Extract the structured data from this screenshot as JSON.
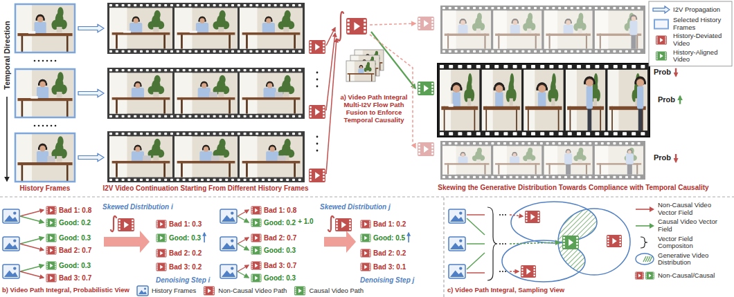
{
  "diagram": {
    "nodes": [
      {
        "text": [
          "Bad 1: 0.8"
        ]
      },
      {
        "text": [
          "Good: 0.2"
        ]
      },
      {
        "text": [
          "Good: 0.3"
        ]
      },
      {
        "text": [
          "Bad 2: 0.7"
        ]
      },
      {
        "text": [
          "Good: 0.3"
        ]
      },
      {
        "text": [
          "Bad 3: 0.7"
        ]
      },
      {
        "text": [
          "Bad 1: 0.3"
        ]
      },
      {
        "text": [
          "Good: 0.3"
        ]
      },
      {
        "text": [
          "Bad 2: 0.2"
        ]
      },
      {
        "text": [
          "Bad 3: 0.2"
        ]
      },
      {
        "text": [
          "Bad 1: 0.8"
        ]
      },
      {
        "text": [
          "Good: 0.2"
        ]
      },
      {
        "text": [
          "Bad 2: 0.7"
        ]
      },
      {
        "text": [
          "Good: 0.3"
        ]
      },
      {
        "text": [
          "Bad 3: 0.7"
        ]
      },
      {
        "text": [
          "Good: 0.3"
        ]
      },
      {
        "text": [
          "Bad 1: 0.2"
        ]
      },
      {
        "text": [
          "Good: 0.5"
        ]
      },
      {
        "text": [
          "Bad 2: 0.2"
        ]
      },
      {
        "text": [
          "Bad 3: 0.1"
        ]
      }
    ],
    "labels": [
      "Temporal Direction",
      "History Frames",
      "I2V Video Continuation Starting From Different History Frames",
      "a) Video Path Integral Multi-I2V Flow Path Fusion to Enforce Temporal Causality",
      "Prob",
      "Prob",
      "Prob",
      "Skewing the Generative Distribution Towards Compliance with Temporal Causality",
      "Skewed Distribution i",
      "Denoising Step i",
      "+ 1.0",
      "Skewed Distribution j",
      "Denoising Step j",
      "b) Video Path Integral, Probabilistic View",
      "c) Video Path Integral, Sampling View"
    ],
    "legend": [
      {
        "text": "I2V Propagation"
      },
      {
        "text": "Selected History Frames"
      },
      {
        "text": "History-Deviated Video"
      },
      {
        "text": "History-Aligned Video"
      },
      {
        "text": "History Frames"
      },
      {
        "text": "Non-Causal Video Path"
      },
      {
        "text": "Causal Video Path"
      },
      {
        "text": "Non-Causal Video Vector Field"
      },
      {
        "text": "Causal Video Vector Field"
      },
      {
        "text": "Vector Field Compositon"
      },
      {
        "text": "Generative Video Distribution"
      },
      {
        "text": "Non-Causal/Causal"
      }
    ]
  }
}
